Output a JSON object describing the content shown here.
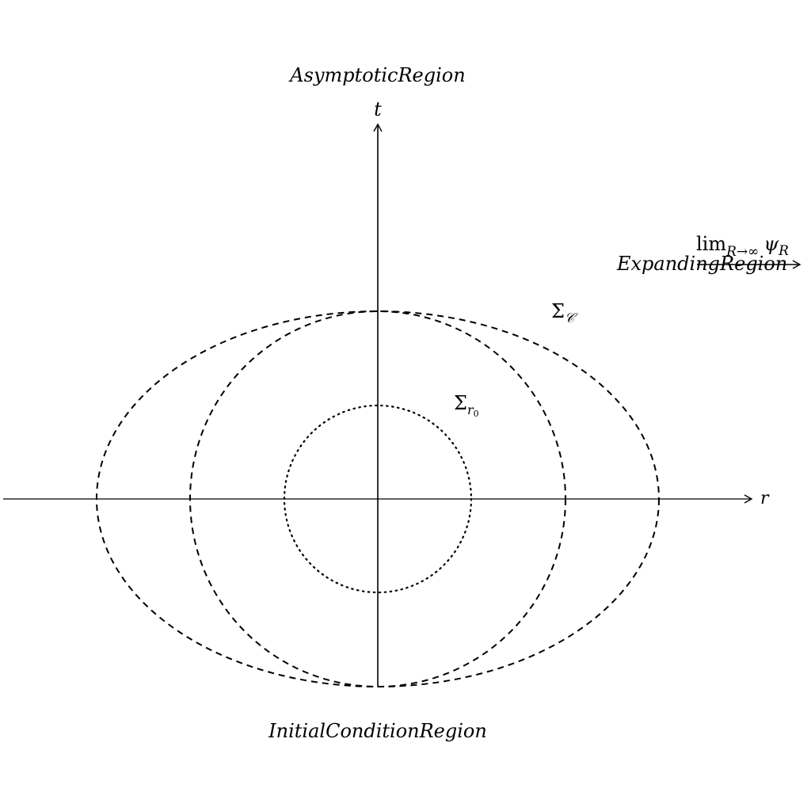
{
  "labels": {
    "top_region": "AsymptoticRegion",
    "bottom_region": "InitialConditionRegion",
    "right_region": "ExpandingRegion",
    "t_axis": "t",
    "r_axis": "r",
    "sigma_c": "Σ",
    "sigma_c_sub": "𝒞",
    "sigma_r0": "Σ",
    "sigma_r0_sub": "r",
    "sigma_r0_subsub": "0",
    "limit_op": "lim",
    "limit_sub": "R→∞",
    "limit_fn": "ψ",
    "limit_fn_sub": "R"
  },
  "colors": {
    "ink": "#000000",
    "background": "#ffffff"
  }
}
